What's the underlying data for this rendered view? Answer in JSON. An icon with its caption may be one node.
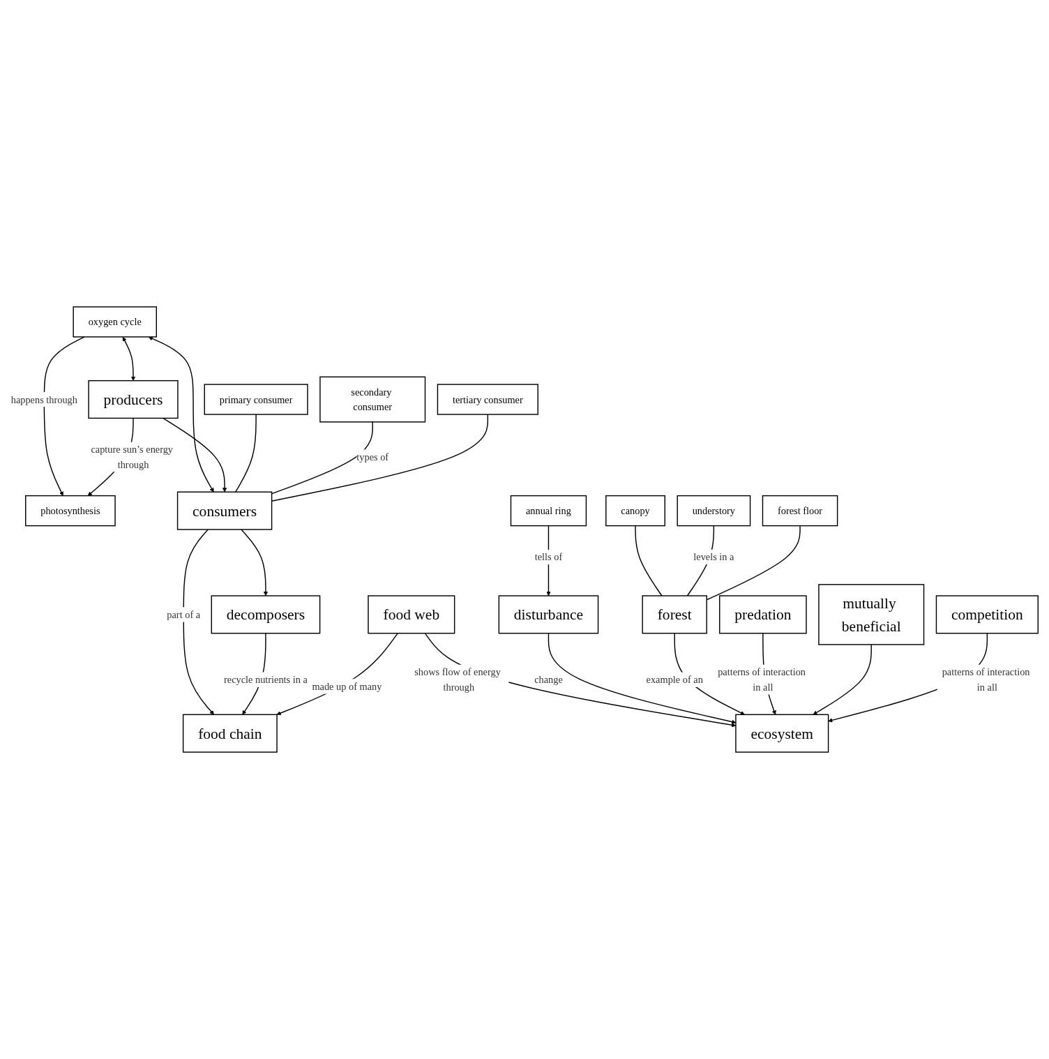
{
  "diagram": {
    "nodes": [
      {
        "text": [
          "oxygen cycle"
        ]
      },
      {
        "text": [
          "primary consumer"
        ]
      },
      {
        "text": [
          "secondary consumer"
        ]
      },
      {
        "text": [
          "tertiary consumer"
        ]
      },
      {
        "text": [
          "producers"
        ]
      },
      {
        "text": [
          "consumers"
        ]
      },
      {
        "text": [
          "decomposers"
        ]
      },
      {
        "text": [
          "photosynthesis"
        ]
      },
      {
        "text": [
          "food chain"
        ]
      },
      {
        "text": [
          "food web"
        ]
      },
      {
        "text": [
          "disturbance"
        ]
      },
      {
        "text": [
          "canopy"
        ]
      },
      {
        "text": [
          "understory"
        ]
      },
      {
        "text": [
          "forest floor"
        ]
      },
      {
        "text": [
          "forest"
        ]
      },
      {
        "text": [
          "ecosystem"
        ]
      },
      {
        "text": [
          "annual ring"
        ]
      },
      {
        "text": [
          "predation"
        ]
      },
      {
        "text": [
          "mutually beneficial"
        ]
      },
      {
        "text": [
          "competition"
        ]
      }
    ],
    "edges": [
      {
        "from": 0,
        "to": 4,
        "arrow": "both"
      },
      {
        "from": 0,
        "to": 5,
        "arrow": "both"
      },
      {
        "from": 0,
        "to": 7,
        "arrow": "to",
        "label": "happens through"
      },
      {
        "from": 4,
        "to": 5,
        "arrow": "to"
      },
      {
        "from": 4,
        "to": 7,
        "arrow": "to",
        "label": "capture sun’s energy through"
      },
      {
        "from": 5,
        "to": 6,
        "arrow": "to"
      },
      {
        "from": 1,
        "to": 5,
        "arrow": "none"
      },
      {
        "from": 2,
        "to": 5,
        "arrow": "none",
        "label": "types of"
      },
      {
        "from": 3,
        "to": 5,
        "arrow": "none"
      },
      {
        "from": 5,
        "to": 8,
        "arrow": "to",
        "label": "part of a"
      },
      {
        "from": 6,
        "to": 8,
        "arrow": "to",
        "label": "recycle nutrients in a"
      },
      {
        "from": 9,
        "to": 8,
        "arrow": "to",
        "label": "made up of many"
      },
      {
        "from": 9,
        "to": 15,
        "arrow": "to",
        "label": "shows flow of energy through"
      },
      {
        "from": 10,
        "to": 15,
        "arrow": "to",
        "label": "change"
      },
      {
        "from": 16,
        "to": 10,
        "arrow": "to",
        "label": "tells of"
      },
      {
        "from": 11,
        "to": 14,
        "arrow": "none"
      },
      {
        "from": 12,
        "to": 14,
        "arrow": "none",
        "label": "levels in a"
      },
      {
        "from": 13,
        "to": 14,
        "arrow": "none"
      },
      {
        "from": 14,
        "to": 15,
        "arrow": "to",
        "label": "example of an"
      },
      {
        "from": 17,
        "to": 15,
        "arrow": "to",
        "label": "patterns of interaction in all"
      },
      {
        "from": 18,
        "to": 15,
        "arrow": "to"
      },
      {
        "from": 19,
        "to": 15,
        "arrow": "to",
        "label": "patterns of interaction in all"
      }
    ]
  }
}
